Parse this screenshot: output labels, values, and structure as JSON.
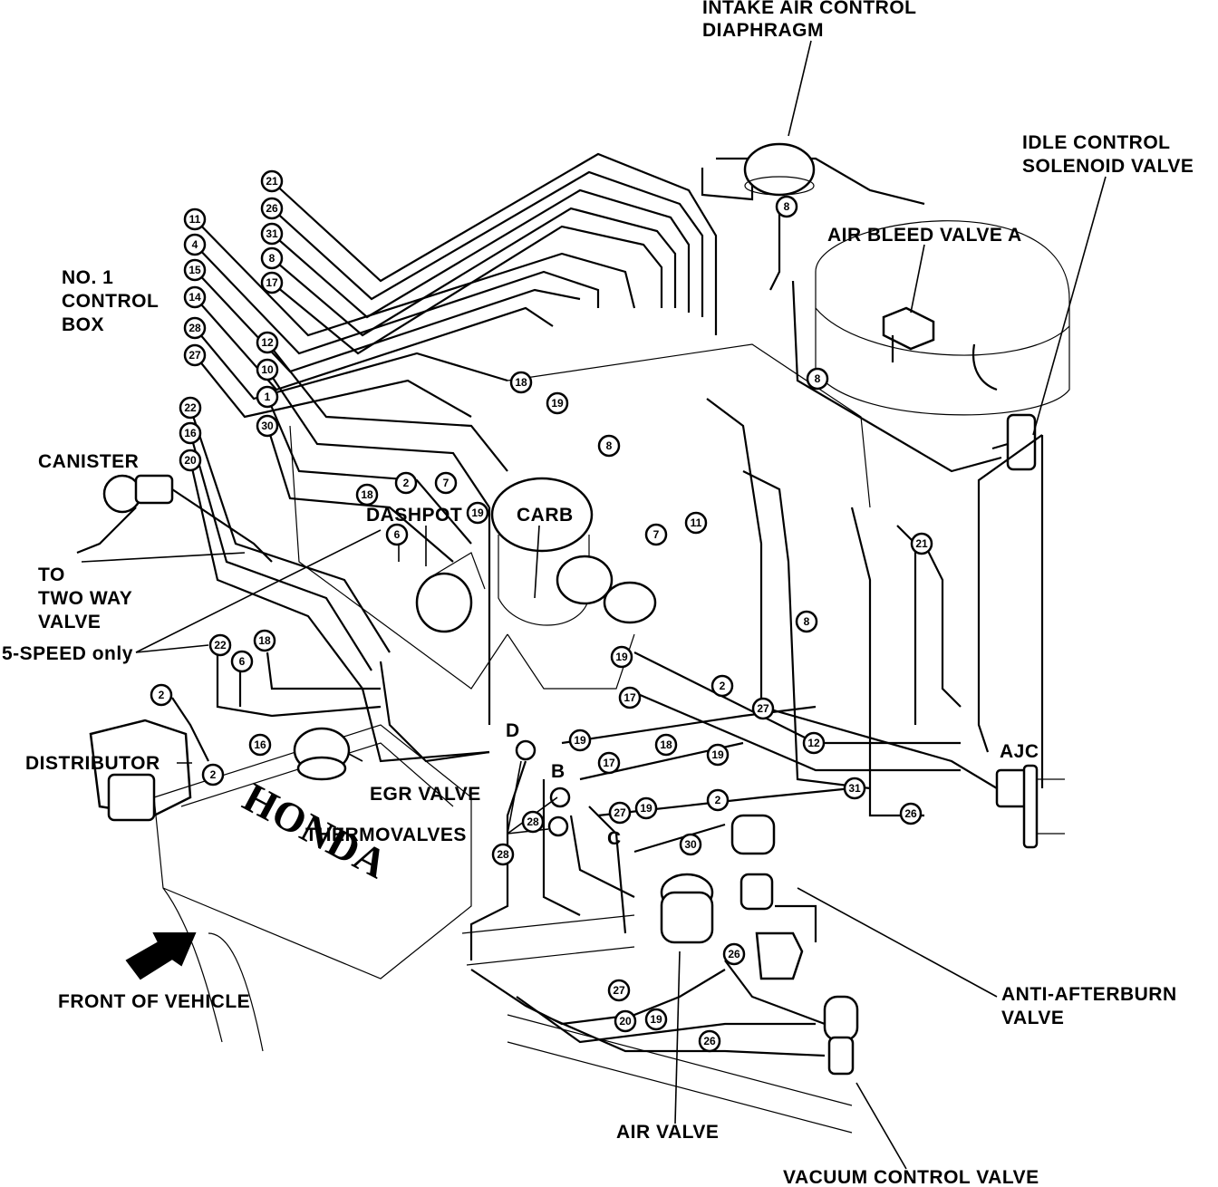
{
  "labels": {
    "intake_air": "INTAKE AIR CONTROL",
    "diaphragm": "DIAPHRAGM",
    "idle_control": "IDLE CONTROL",
    "solenoid_valve": "SOLENOID VALVE",
    "air_bleed": "AIR BLEED VALVE A",
    "no1": "NO. 1",
    "control": "CONTROL",
    "box": "BOX",
    "canister": "CANISTER",
    "dashpot": "DASHPOT",
    "carb": "CARB",
    "to": "TO",
    "two_way": "TWO WAY",
    "valve": "VALVE",
    "five_speed": "5-SPEED only",
    "distributor": "DISTRIBUTOR",
    "egr_valve": "EGR VALVE",
    "thermovalves": "THERMOVALVES",
    "d": "D",
    "b": "B",
    "c": "C",
    "ajc": "AJC",
    "anti_afterburn": "ANTI-AFTERBURN",
    "anti_valve": "VALVE",
    "front": "FRONT OF VEHICLE",
    "air_valve": "AIR VALVE",
    "vacuum_control": "VACUUM CONTROL VALVE",
    "logo": "HONDA"
  },
  "hose_numbers": {
    "n21a": "21",
    "n26a": "26",
    "n31a": "31",
    "n8a": "8",
    "n17a": "17",
    "n11a": "11",
    "n4": "4",
    "n15": "15",
    "n14": "14",
    "n28a": "28",
    "n27a": "27",
    "n12a": "12",
    "n10": "10",
    "n1": "1",
    "n30a": "30",
    "n22a": "22",
    "n16a": "16",
    "n20a": "20",
    "n8b": "8",
    "n8c": "8",
    "n18a": "18",
    "n19a": "19",
    "n8d": "8",
    "n18b": "18",
    "n2a": "2",
    "n7a": "7",
    "n19b": "19",
    "n6a": "6",
    "n11b": "11",
    "n7b": "7",
    "n21b": "21",
    "n8e": "8",
    "n22b": "22",
    "n18c": "18",
    "n6b": "6",
    "n2b": "2",
    "n2c": "2",
    "n16b": "16",
    "n19c": "19",
    "n17b": "17",
    "n2d": "2",
    "n27b": "27",
    "n19d": "19",
    "n17c": "17",
    "n18d": "18",
    "n19e": "19",
    "n12b": "12",
    "n31b": "31",
    "n26b": "26",
    "n27c": "27",
    "n2e": "2",
    "n19f": "19",
    "n28b": "28",
    "n28c": "28",
    "n30b": "30",
    "n26c": "26",
    "n27d": "27",
    "n20b": "20",
    "n19g": "19",
    "n26d": "26"
  }
}
